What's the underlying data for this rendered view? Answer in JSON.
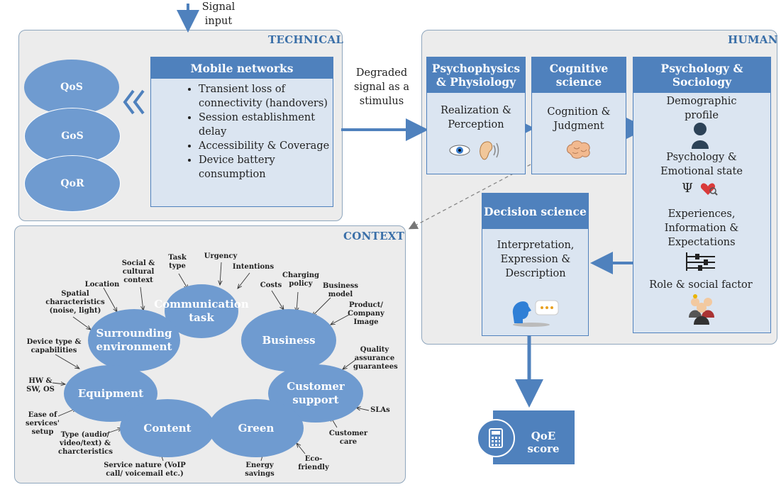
{
  "signal_input": "Signal input",
  "degraded_signal": "Degraded signal as a stimulus",
  "technical": {
    "title": "TECHNICAL",
    "qos": "QoS",
    "gos": "GoS",
    "qor": "QoR",
    "mobile_title": "Mobile networks",
    "items": [
      "Transient loss of connectivity (handovers)",
      "Session establishment delay",
      "Accessibility & Coverage",
      "Device battery consumption"
    ]
  },
  "human": {
    "title": "HUMAN",
    "psycho_title": "Psychophysics & Physiology",
    "psycho_body": "Realization & Perception",
    "cog_title": "Cognitive science",
    "cog_body": "Cognition & Judgment",
    "soc_title": "Psychology & Sociology",
    "soc_demo": "Demographic profile",
    "soc_emo": "Psychology & Emotional state",
    "soc_psi": "Ψ",
    "soc_exp": "Experiences, Information & Expectations",
    "soc_role": "Role & social factor",
    "dec_title": "Decision science",
    "dec_body": "Interpretation, Expression & Description"
  },
  "context": {
    "title": "CONTEXT",
    "comm": "Communication task",
    "surround": "Surrounding environment",
    "business": "Business",
    "equipment": "Equipment",
    "support": "Customer support",
    "content": "Content",
    "green": "Green",
    "labels": {
      "task_type": "Task type",
      "urgency": "Urgency",
      "intentions": "Intentions",
      "social": "Social & cultural context",
      "location": "Location",
      "spatial": "Spatial characteristics (noise, light)",
      "costs": "Costs",
      "charging": "Charging policy",
      "bmodel": "Business model",
      "product": "Product/ Company Image",
      "device": "Device type & capabilities",
      "quality": "Quality assurance guarantees",
      "hwsw": "HW & SW, OS",
      "slas": "SLAs",
      "ease": "Ease of services' setup",
      "care": "Customer care",
      "type": "Type (audio/ video/text) & charcteristics",
      "eco": "Eco- friendly",
      "service": "Service nature (VoIP call/ voicemail etc.)",
      "energy": "Energy savings"
    }
  },
  "qoe": "QoE score",
  "colors": {
    "accent": "#4f81bd",
    "ellipse": "#6f9bd0",
    "panel": "#ececec",
    "body": "#dbe5f1"
  }
}
